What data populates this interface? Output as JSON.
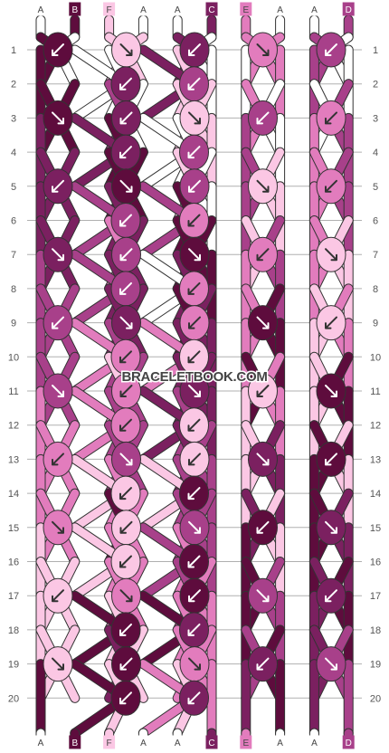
{
  "watermark": "BRACELETBOOK.COM",
  "colors": {
    "A": "#ffffff",
    "B": "#5e0c3d",
    "C": "#7b2060",
    "D": "#a8408a",
    "E": "#e27cbd",
    "F": "#fbc7e4",
    "line": "#b0b0b0",
    "string_outline": "#333333"
  },
  "top_strings": [
    "A",
    "B",
    "F",
    "A",
    "A",
    "C",
    "E",
    "A",
    "A",
    "D"
  ],
  "bottom_strings": [
    "A",
    "B",
    "F",
    "A",
    "A",
    "C",
    "E",
    "A",
    "A",
    "D"
  ],
  "rows": [
    {
      "label": "1",
      "knots": [
        {
          "c": "B",
          "d": "sw"
        },
        {
          "c": "F",
          "d": "se"
        },
        {
          "c": "C",
          "d": "sw"
        },
        {
          "c": "E",
          "d": "se"
        },
        {
          "c": "D",
          "d": "sw"
        }
      ]
    },
    {
      "label": "2",
      "knots": [
        {
          "c": "C",
          "d": "sw"
        },
        {
          "c": "D",
          "d": "sw"
        }
      ]
    },
    {
      "label": "3",
      "knots": [
        {
          "c": "B",
          "d": "se"
        },
        {
          "c": "C",
          "d": "sw"
        },
        {
          "c": "F",
          "d": "se"
        },
        {
          "c": "D",
          "d": "sw"
        },
        {
          "c": "E",
          "d": "sw"
        }
      ]
    },
    {
      "label": "4",
      "knots": [
        {
          "c": "C",
          "d": "sw"
        },
        {
          "c": "D",
          "d": "sw"
        }
      ]
    },
    {
      "label": "5",
      "knots": [
        {
          "c": "C",
          "d": "sw"
        },
        {
          "c": "B",
          "d": "se"
        },
        {
          "c": "D",
          "d": "sw"
        },
        {
          "c": "F",
          "d": "se"
        },
        {
          "c": "E",
          "d": "sw"
        }
      ]
    },
    {
      "label": "6",
      "knots": [
        {
          "c": "D",
          "d": "sw"
        },
        {
          "c": "E",
          "d": "sw"
        }
      ]
    },
    {
      "label": "7",
      "knots": [
        {
          "c": "C",
          "d": "se"
        },
        {
          "c": "D",
          "d": "sw"
        },
        {
          "c": "B",
          "d": "se"
        },
        {
          "c": "E",
          "d": "sw"
        },
        {
          "c": "F",
          "d": "se"
        }
      ]
    },
    {
      "label": "8",
      "knots": [
        {
          "c": "D",
          "d": "sw"
        },
        {
          "c": "E",
          "d": "sw"
        }
      ]
    },
    {
      "label": "9",
      "knots": [
        {
          "c": "D",
          "d": "sw"
        },
        {
          "c": "C",
          "d": "se"
        },
        {
          "c": "E",
          "d": "sw"
        },
        {
          "c": "B",
          "d": "se"
        },
        {
          "c": "F",
          "d": "sw"
        }
      ]
    },
    {
      "label": "10",
      "knots": [
        {
          "c": "E",
          "d": "sw"
        },
        {
          "c": "F",
          "d": "sw"
        }
      ]
    },
    {
      "label": "11",
      "knots": [
        {
          "c": "D",
          "d": "se"
        },
        {
          "c": "E",
          "d": "sw"
        },
        {
          "c": "C",
          "d": "se"
        },
        {
          "c": "F",
          "d": "sw"
        },
        {
          "c": "B",
          "d": "se"
        }
      ]
    },
    {
      "label": "12",
      "knots": [
        {
          "c": "E",
          "d": "sw"
        },
        {
          "c": "F",
          "d": "sw"
        }
      ]
    },
    {
      "label": "13",
      "knots": [
        {
          "c": "E",
          "d": "sw"
        },
        {
          "c": "D",
          "d": "se"
        },
        {
          "c": "F",
          "d": "sw"
        },
        {
          "c": "C",
          "d": "se"
        },
        {
          "c": "B",
          "d": "sw"
        }
      ]
    },
    {
      "label": "14",
      "knots": [
        {
          "c": "F",
          "d": "sw"
        },
        {
          "c": "B",
          "d": "sw"
        }
      ]
    },
    {
      "label": "15",
      "knots": [
        {
          "c": "E",
          "d": "se"
        },
        {
          "c": "F",
          "d": "sw"
        },
        {
          "c": "D",
          "d": "se"
        },
        {
          "c": "B",
          "d": "sw"
        },
        {
          "c": "C",
          "d": "se"
        }
      ]
    },
    {
      "label": "16",
      "knots": [
        {
          "c": "F",
          "d": "sw"
        },
        {
          "c": "B",
          "d": "sw"
        }
      ]
    },
    {
      "label": "17",
      "knots": [
        {
          "c": "F",
          "d": "sw"
        },
        {
          "c": "E",
          "d": "se"
        },
        {
          "c": "B",
          "d": "sw"
        },
        {
          "c": "D",
          "d": "se"
        },
        {
          "c": "C",
          "d": "sw"
        }
      ]
    },
    {
      "label": "18",
      "knots": [
        {
          "c": "B",
          "d": "sw"
        },
        {
          "c": "C",
          "d": "sw"
        }
      ]
    },
    {
      "label": "19",
      "knots": [
        {
          "c": "F",
          "d": "se"
        },
        {
          "c": "B",
          "d": "sw"
        },
        {
          "c": "E",
          "d": "se"
        },
        {
          "c": "C",
          "d": "sw"
        },
        {
          "c": "D",
          "d": "se"
        }
      ]
    },
    {
      "label": "20",
      "knots": [
        {
          "c": "B",
          "d": "sw"
        },
        {
          "c": "C",
          "d": "sw"
        }
      ]
    }
  ]
}
